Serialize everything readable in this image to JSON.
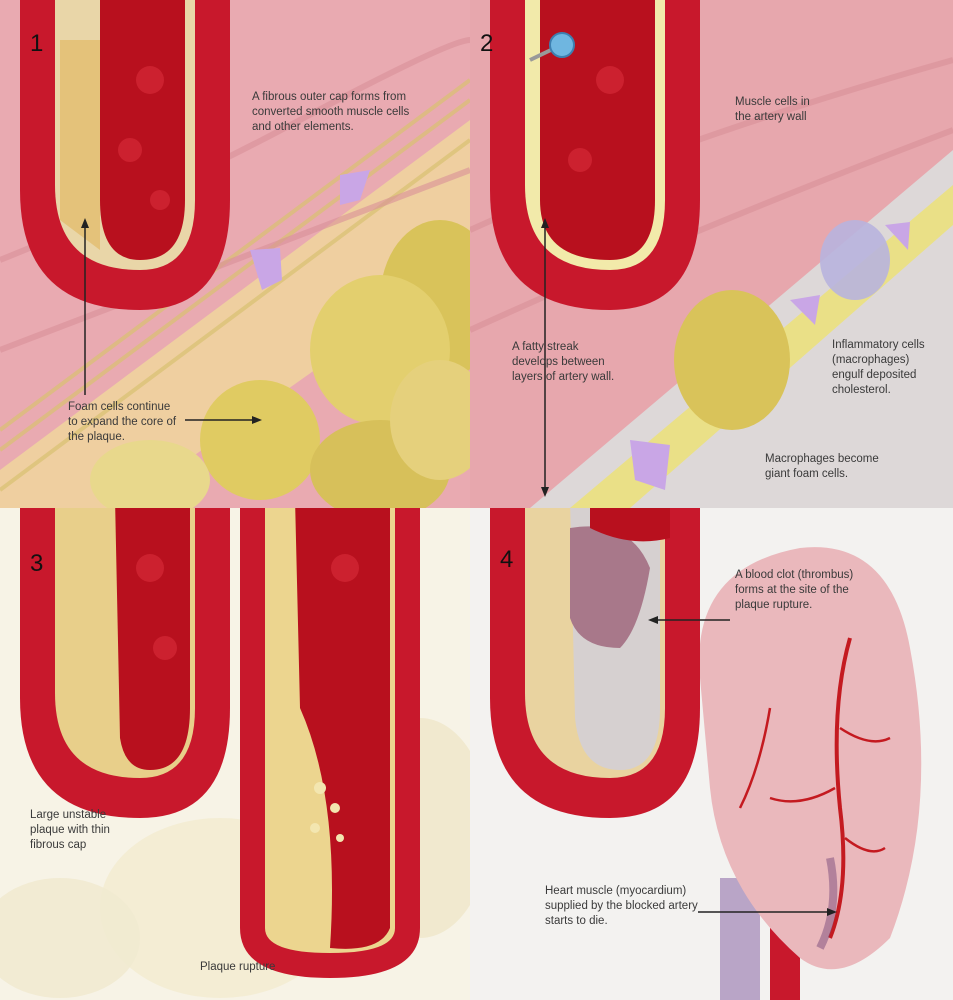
{
  "panels": [
    {
      "number": "1",
      "labels": {
        "fibrous_cap": "A fibrous outer cap forms from\nconverted smooth muscle cells\nand other elements.",
        "foam_cells": "Foam cells continue\nto expand the core of\nthe plaque."
      }
    },
    {
      "number": "2",
      "labels": {
        "muscle_cells": "Muscle cells in\nthe artery wall",
        "fatty_streak": "A fatty streak\ndevelops between\nlayers of artery wall.",
        "inflammatory": "Inflammatory cells\n(macrophages)\nengulf deposited\ncholesterol.",
        "macrophages": "Macrophages become\ngiant foam cells."
      }
    },
    {
      "number": "3",
      "labels": {
        "unstable_plaque": "Large unstable\nplaque with thin\nfibrous cap",
        "rupture": "Plaque rupture"
      }
    },
    {
      "number": "4",
      "labels": {
        "clot": "A blood clot (thrombus)\nforms at the site of the\nplaque rupture.",
        "heart_muscle": "Heart muscle (myocardium)\nsupplied by the blocked artery\nstarts to die."
      }
    }
  ],
  "colors": {
    "artery_wall": "#c8182c",
    "blood": "#b8101e",
    "tissue_pink": "#e7a7ad",
    "plaque_yellow": "#e6cf7a",
    "arrow_purple": "#c9a6e6",
    "clot": "#a8788a",
    "heart": "#eab8bc",
    "vessel_red": "#c41a20"
  }
}
